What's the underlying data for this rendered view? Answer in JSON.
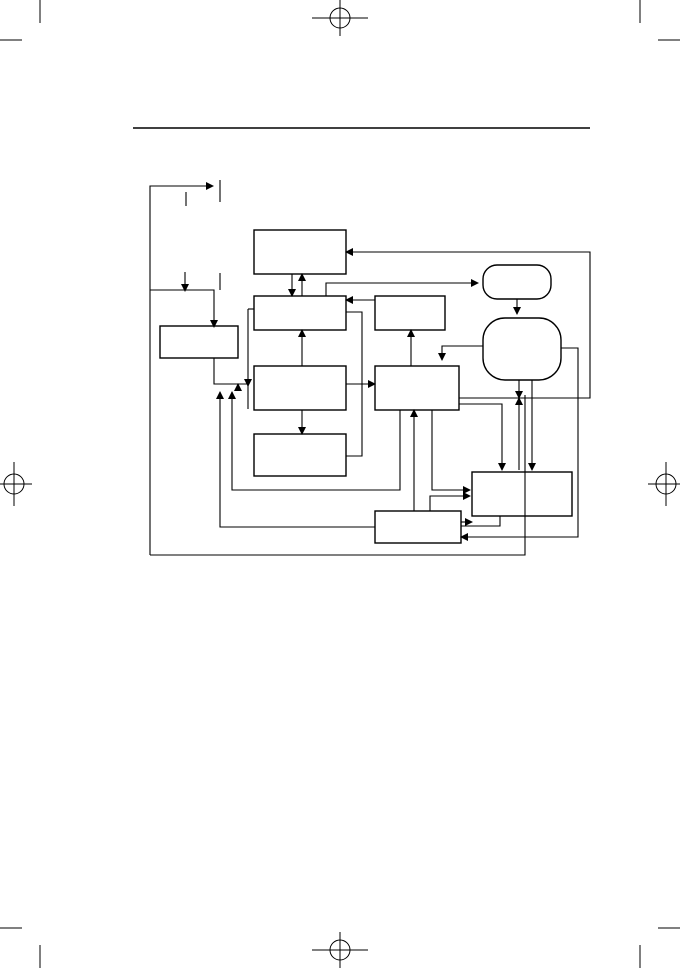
{
  "page": {
    "background": "#ffffff",
    "ink": "#000000"
  },
  "diagram": {
    "kind": "block-diagram",
    "labels_printed": false,
    "nodes": [
      {
        "id": "top-box",
        "shape": "rectangle"
      },
      {
        "id": "control-box",
        "shape": "rectangle"
      },
      {
        "id": "small-right-box",
        "shape": "rectangle"
      },
      {
        "id": "left-box",
        "shape": "rectangle"
      },
      {
        "id": "center-box",
        "shape": "rectangle"
      },
      {
        "id": "lower-center-box",
        "shape": "rectangle"
      },
      {
        "id": "hub-box",
        "shape": "rectangle"
      },
      {
        "id": "bottom-right-box",
        "shape": "rectangle"
      },
      {
        "id": "bottom-middle-box",
        "shape": "rectangle"
      },
      {
        "id": "upper-oval",
        "shape": "rounded"
      },
      {
        "id": "large-oval",
        "shape": "rounded"
      }
    ]
  },
  "print_marks": {
    "registration_marks": 4,
    "crop_marks": 8
  }
}
